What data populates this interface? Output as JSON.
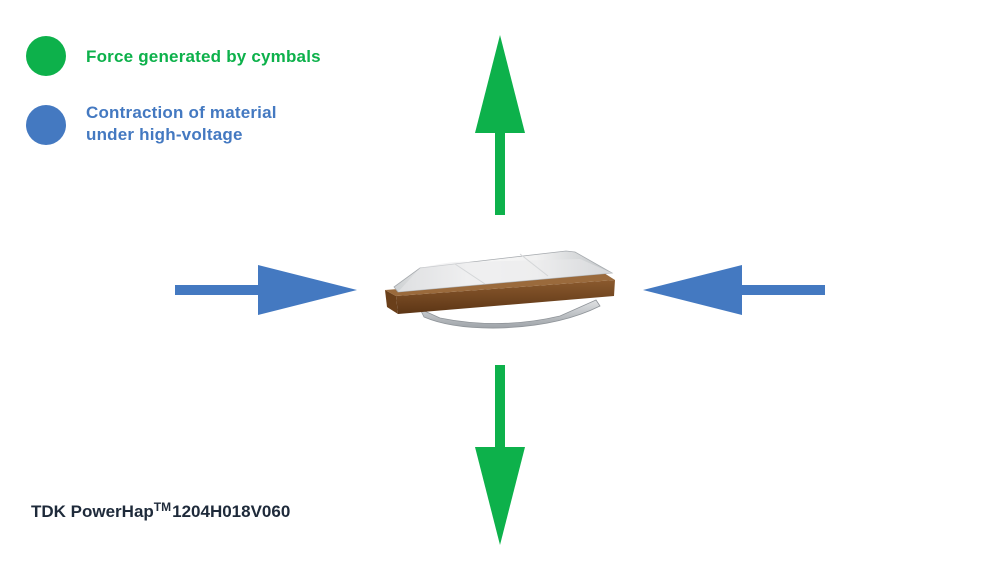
{
  "legend": {
    "force": {
      "label": "Force generated by cymbals",
      "color": "#0db14b"
    },
    "contraction": {
      "label_line1": "Contraction of material",
      "label_line2": "under high-voltage",
      "color": "#4479c1"
    }
  },
  "product": {
    "name": "TDK PowerHap",
    "trademark": "TM",
    "model": "1204H018V060"
  },
  "icons": {
    "up": "arrow-up-icon",
    "down": "arrow-down-icon",
    "left": "arrow-right-icon",
    "right": "arrow-left-icon",
    "actuator": "piezo-actuator-icon"
  },
  "colors": {
    "text_dark": "#1e2a3a",
    "body_brown": "#7b4a22"
  }
}
